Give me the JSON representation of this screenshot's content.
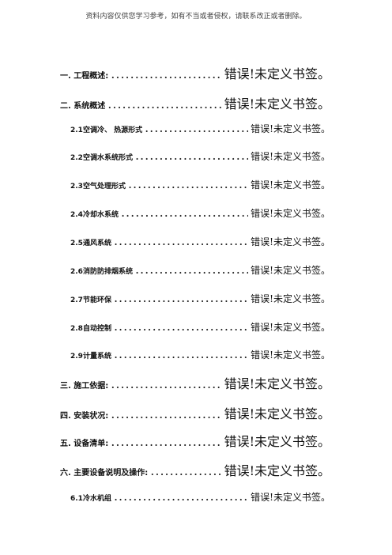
{
  "header": "资料内容仅供您学习参考，如有不当或者侵权，请联系改正或者删除。",
  "toc": [
    {
      "label": "一. 工程概述:",
      "ref": "错误!未定义书签。"
    },
    {
      "label": "二. 系统概述",
      "ref": "错误!未定义书签。"
    },
    {
      "label": "2.1空调冷、 热源形式",
      "ref": "错误!未定义书签。"
    },
    {
      "label": "2.2空调水系统形式",
      "ref": "错误!未定义书签。"
    },
    {
      "label": "2.3空气处理形式",
      "ref": "错误!未定义书签。"
    },
    {
      "label": "2.4冷却水系统",
      "ref": "错误!未定义书签。"
    },
    {
      "label": "2.5通风系统",
      "ref": "错误!未定义书签。"
    },
    {
      "label": "2.6消防防排烟系统",
      "ref": "错误!未定义书签。"
    },
    {
      "label": "2.7节能环保",
      "ref": "错误!未定义书签。"
    },
    {
      "label": "2.8自动控制",
      "ref": "错误!未定义书签。"
    },
    {
      "label": "2.9计量系统",
      "ref": "错误!未定义书签。"
    },
    {
      "label": "三. 施工依据:",
      "ref": "错误!未定义书签。"
    },
    {
      "label": "四. 安装状况:",
      "ref": "错误!未定义书签。"
    },
    {
      "label": "五. 设备清单:",
      "ref": "错误!未定义书签。"
    },
    {
      "label": "六. 主要设备说明及操作:",
      "ref": "错误!未定义书签。"
    },
    {
      "label": "6.1冷水机组",
      "ref": "错误!未定义书签。"
    }
  ]
}
